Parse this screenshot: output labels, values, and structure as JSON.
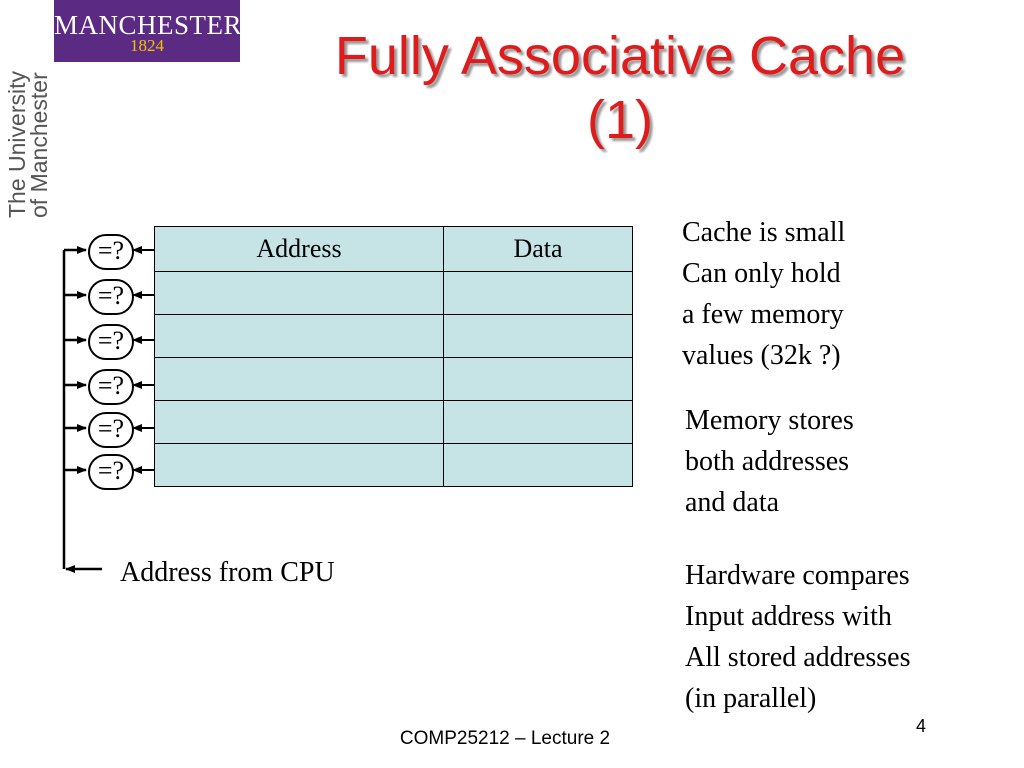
{
  "logo": {
    "name": "MANCHESTER",
    "year": "1824"
  },
  "side_brand": [
    "The University",
    "of Manchester"
  ],
  "title": [
    "Fully Associative Cache",
    "(1)"
  ],
  "table": {
    "headers": [
      "Address",
      "Data"
    ],
    "empty_rows": 5
  },
  "comparators": [
    "=?",
    "=?",
    "=?",
    "=?",
    "=?",
    "=?"
  ],
  "cpu_label": "Address from CPU",
  "notes": [
    [
      "Cache is small",
      "Can only hold",
      "a few memory",
      "values (32k ?)"
    ],
    [
      "Memory stores",
      "both addresses",
      "and data"
    ],
    [
      "Hardware compares",
      "Input address with",
      "All stored addresses",
      "(in parallel)"
    ]
  ],
  "footer": "COMP25212 – Lecture 2",
  "page_number": "4",
  "colors": {
    "title": "#e01b1b",
    "logo_bg": "#5b2a83",
    "logo_year": "#f2c200",
    "table_fill": "#c6e3e6"
  }
}
